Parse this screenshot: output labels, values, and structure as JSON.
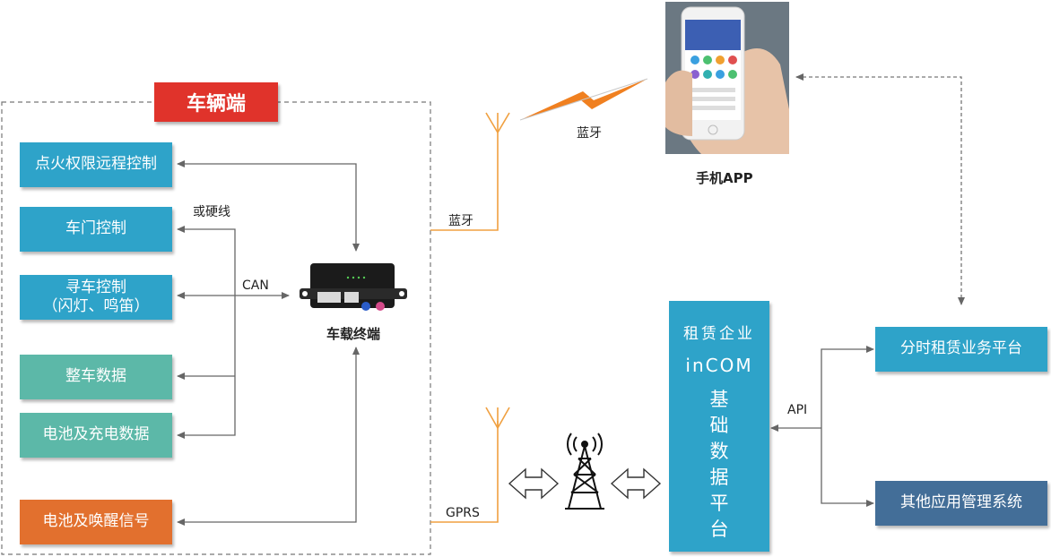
{
  "vehicle_side": {
    "title": "车辆端"
  },
  "vehicle_boxes": {
    "ignition": "点火权限远程控制",
    "door": "车门控制",
    "find_car_line1": "寻车控制",
    "find_car_line2": "（闪灯、鸣笛）",
    "vehicle_data": "整车数据",
    "battery_charge": "电池及充电数据",
    "battery_wake": "电池及唤醒信号"
  },
  "connection_labels": {
    "or_hardwire": "或硬线",
    "can": "CAN",
    "bluetooth_phone": "蓝牙",
    "bluetooth_vehicle": "蓝牙",
    "gprs": "GPRS",
    "api": "API"
  },
  "terminal": {
    "label": "车载终端"
  },
  "phone": {
    "label": "手机APP"
  },
  "platform": {
    "line1": "租赁企业",
    "line2": "inCOM",
    "line3": "基础数据平台"
  },
  "right_boxes": {
    "timeshare": "分时租赁业务平台",
    "other_mgmt": "其他应用管理系统"
  },
  "colors": {
    "blue_box": "#2ea3c9",
    "teal_box": "#5cb8a8",
    "orange_box": "#e2702e",
    "slate_box": "#436e98",
    "title_red": "#e0332b",
    "antenna_orange": "#f0a040"
  }
}
